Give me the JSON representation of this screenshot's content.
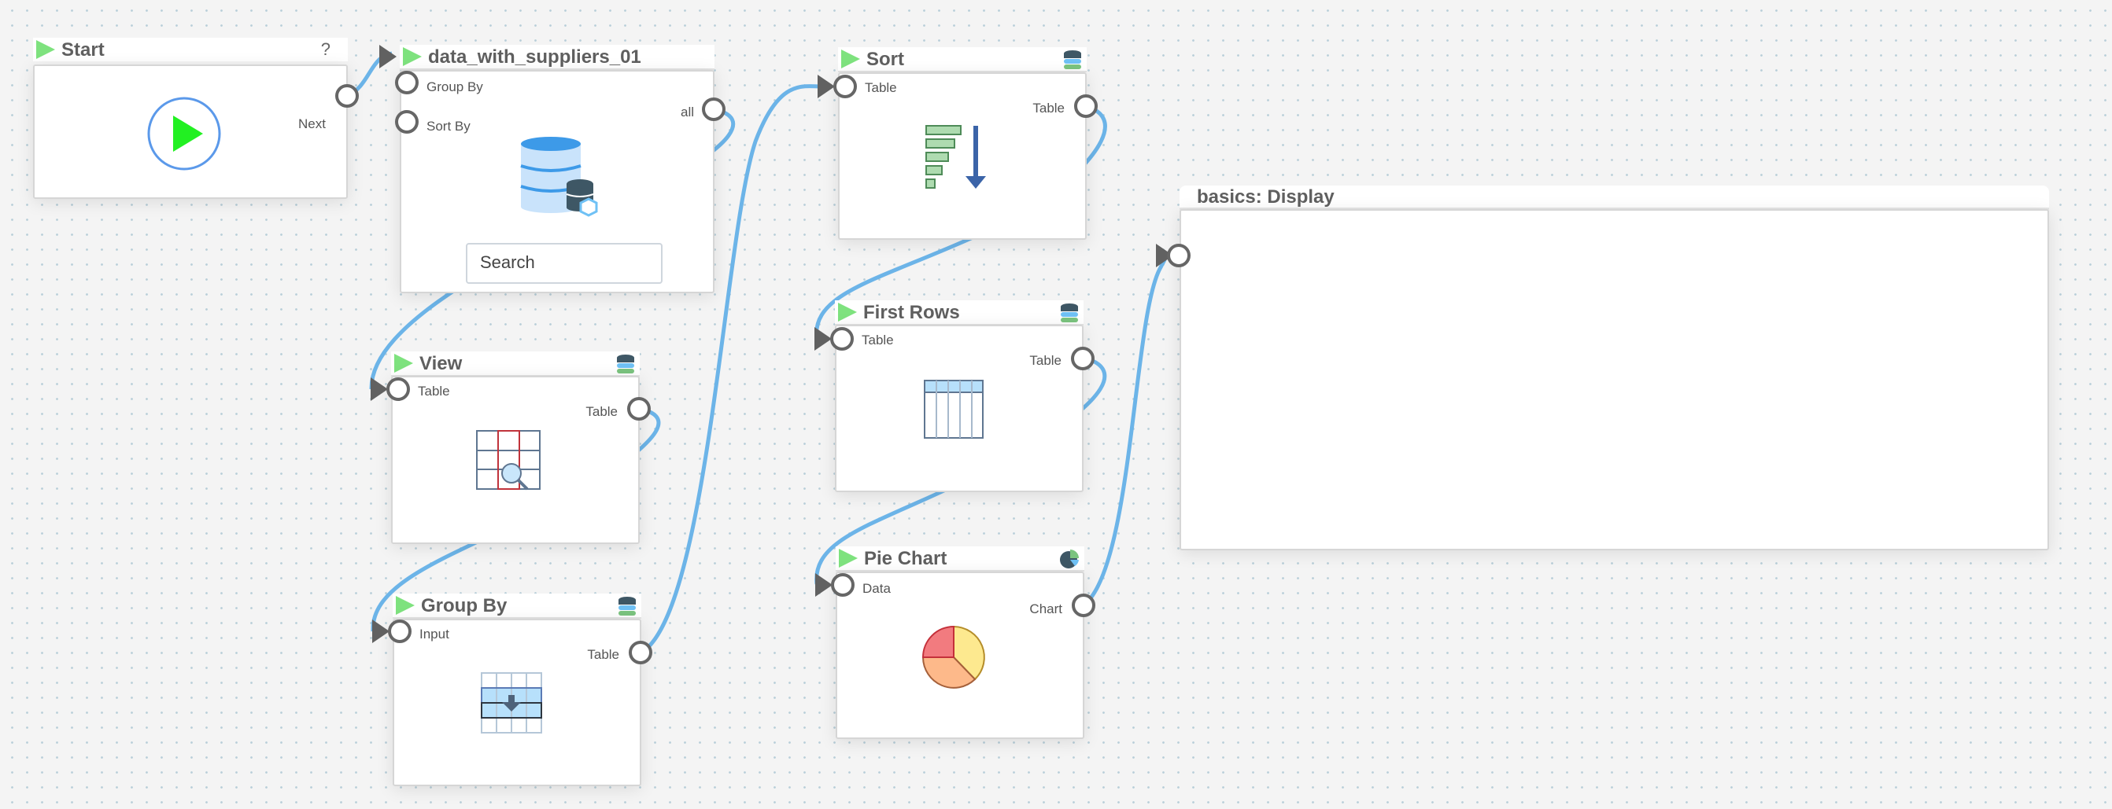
{
  "canvas": {
    "grid_dot_color": "#b9cfd9",
    "wire_color": "#6cb4e8",
    "title_play_color": "#7ee27e"
  },
  "nodes": {
    "start": {
      "title": "Start",
      "help": "?",
      "outputs": [
        "Next"
      ],
      "icon": "play-circle-icon"
    },
    "data": {
      "title": "data_with_suppliers_01",
      "inputs": [
        "Group By",
        "Sort By"
      ],
      "outputs": [
        "all"
      ],
      "search_placeholder": "Search",
      "icon": "database-icon"
    },
    "sort": {
      "title": "Sort",
      "inputs": [
        "Table"
      ],
      "outputs": [
        "Table"
      ],
      "icon": "sort-descending-icon",
      "badge": "database-icon"
    },
    "first_rows": {
      "title": "First Rows",
      "inputs": [
        "Table"
      ],
      "outputs": [
        "Table"
      ],
      "icon": "table-icon",
      "badge": "database-icon"
    },
    "pie_chart": {
      "title": "Pie Chart",
      "inputs": [
        "Data"
      ],
      "outputs": [
        "Chart"
      ],
      "icon": "pie-chart-icon",
      "badge": "pie-chart-icon"
    },
    "view": {
      "title": "View",
      "inputs": [
        "Table"
      ],
      "outputs": [
        "Table"
      ],
      "icon": "table-search-icon",
      "badge": "database-icon"
    },
    "group_by": {
      "title": "Group By",
      "inputs": [
        "Input"
      ],
      "outputs": [
        "Table"
      ],
      "icon": "group-rows-icon",
      "badge": "database-icon"
    },
    "display": {
      "title": "basics:  Display"
    }
  },
  "connections": [
    {
      "from": "start.Next",
      "to": "data"
    },
    {
      "from": "data.all",
      "to": "view.Table"
    },
    {
      "from": "view.Table",
      "to": "group_by.Input"
    },
    {
      "from": "group_by.Table",
      "to": "sort.Table"
    },
    {
      "from": "sort.Table",
      "to": "first_rows.Table"
    },
    {
      "from": "first_rows.Table",
      "to": "pie_chart.Data"
    },
    {
      "from": "pie_chart.Chart",
      "to": "display"
    }
  ]
}
